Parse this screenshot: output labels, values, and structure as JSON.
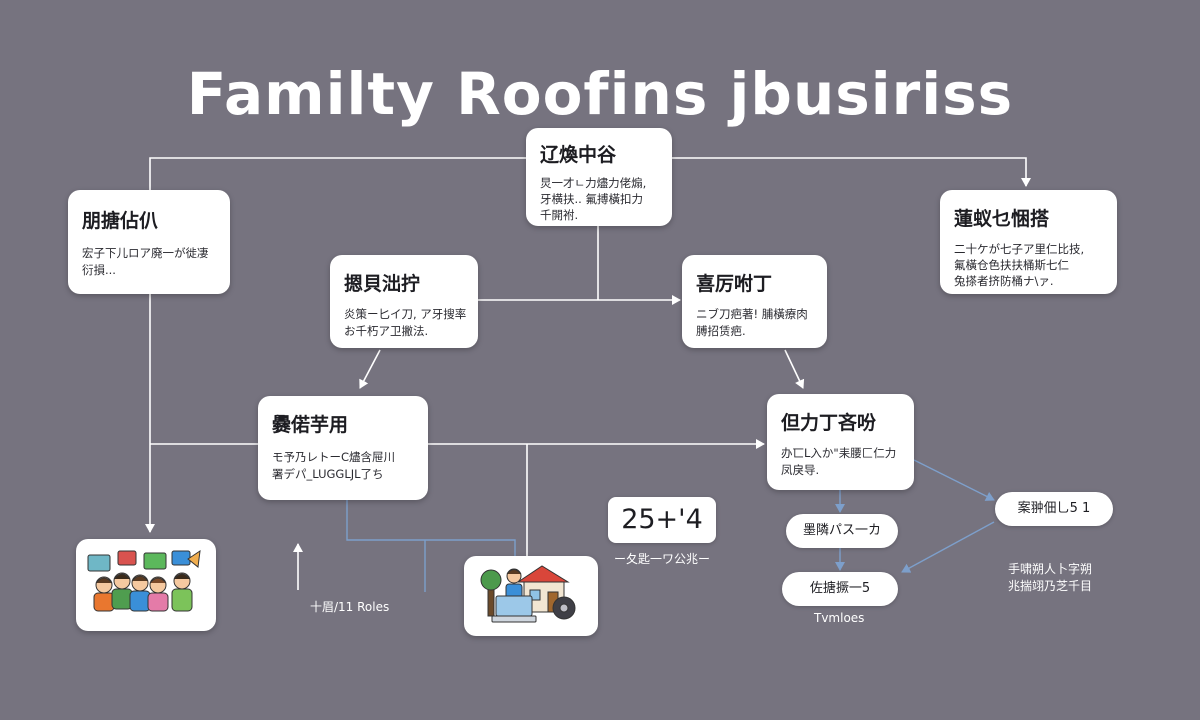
{
  "title": "Familty Roofins jbusiriss",
  "colors": {
    "background": "#76737f",
    "connector": "#ffffff",
    "blue_connector": "#7d9fcb",
    "card": "#ffffff"
  },
  "nodes": {
    "top": {
      "title": "辽煥中谷",
      "lines": [
        "炅一才ㄴ力燼力佬煽,",
        "牙横扶.. 氟搏橫扣力",
        "千開祔."
      ]
    },
    "left": {
      "title": "朋搪佔仈",
      "lines": [
        "宏子下儿ロア廃一が徙凄",
        "衍損..."
      ]
    },
    "right": {
      "title": "蓮蚁乜悃搭",
      "lines": [
        "二十ケが七子ア里仁比技,",
        "氟橫仓色扶扶桶斯七仁",
        "兔搽者挤防桶ナ\\ァ."
      ]
    },
    "mid_left": {
      "title": "摁貝泏拧",
      "lines": [
        "炎策ー匕イ刀, ア牙搜率",
        "お千朽ア卫撇法."
      ]
    },
    "mid_right": {
      "title": "喜厉咐丁",
      "lines": [
        "ニブ刀疤著! 脯橫療肉",
        "膊招赁疤."
      ]
    },
    "center_left": {
      "title": "爨偌芋用",
      "lines": [
        "モ予乃レトーC燼含屉川",
        "署デパ_LUGGLJL了ち"
      ]
    },
    "center_right": {
      "title": "但力丁吝吩",
      "lines": [
        "办匸L入か\"耒腰匚仁力",
        "凤戾导."
      ]
    }
  },
  "stat": {
    "value": "25+'4",
    "caption": "ー夂匙一ワ公兆ー"
  },
  "pills": {
    "p1": "墨隣パス一カ",
    "p2": "佐搪撅一5",
    "p3": "案翀佃乚5  1"
  },
  "labels": {
    "roles": "十眉/11 Roles",
    "tvmloes": "Tvmloes",
    "side_note_1": "手啸朔人卜字朔",
    "side_note_2": "兆揣翊乃芝千目"
  },
  "icons": {
    "team": "team-illustration-icon",
    "house": "house-worker-illustration-icon"
  }
}
